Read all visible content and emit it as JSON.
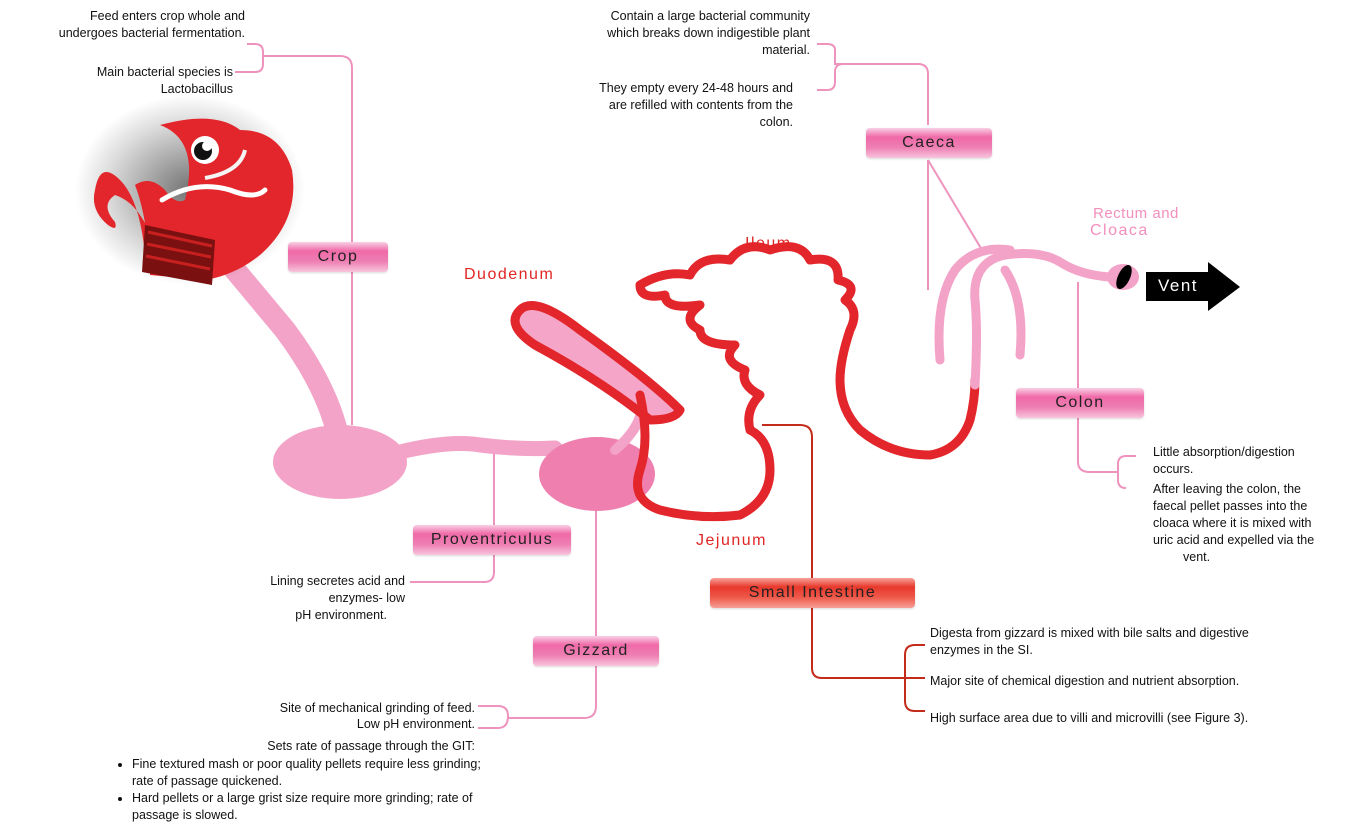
{
  "colors": {
    "tract_pink": "#f3a3c7",
    "tract_red": "#e3262b",
    "connector": "#ee93bd",
    "connector_red": "#c42b1b",
    "vent": "#000000"
  },
  "labels": {
    "crop": "Crop",
    "proventriculus": "Proventriculus",
    "gizzard": "Gizzard",
    "small_intestine": "Small Intestine",
    "caeca": "Caeca",
    "colon": "Colon",
    "vent": "Vent"
  },
  "organ_names": {
    "duodenum": "Duodenum",
    "ileum": "Ileum",
    "jejunum": "Jejunum",
    "rectum_line1": "Rectum and",
    "rectum_line2": "Cloaca"
  },
  "notes": {
    "crop": [
      "Feed enters crop whole and",
      "undergoes bacterial fermentation.",
      "Main bacterial species is",
      "Lactobacillus"
    ],
    "caeca": [
      "Contain a large bacterial community",
      "which breaks down indigestible plant",
      "material.",
      "They empty every 24-48 hours and",
      "are refilled with contents from the",
      "colon."
    ],
    "proventriculus": [
      "Lining secretes acid and",
      "enzymes- low",
      "pH environment."
    ],
    "gizzard": [
      "Site of mechanical grinding of feed.",
      "Low pH environment.",
      "Sets rate of passage through the GIT:"
    ],
    "gizzard_bullets": [
      "Fine textured mash or poor quality pellets require less grinding; rate of passage quickened.",
      "Hard pellets or a large grist size require more grinding; rate of  passage is slowed."
    ],
    "small_intestine": [
      "Digesta from gizzard is mixed with bile salts and digestive",
      "enzymes in the SI.",
      "Major site of chemical digestion and nutrient absorption.",
      "High surface area due to villi and microvilli (see Figure 3)."
    ],
    "colon": [
      "Little absorption/digestion",
      "occurs.",
      "After leaving the colon, the",
      "faecal pellet passes into the",
      "cloaca where it is mixed with",
      "uric acid and expelled via the",
      "vent."
    ]
  }
}
